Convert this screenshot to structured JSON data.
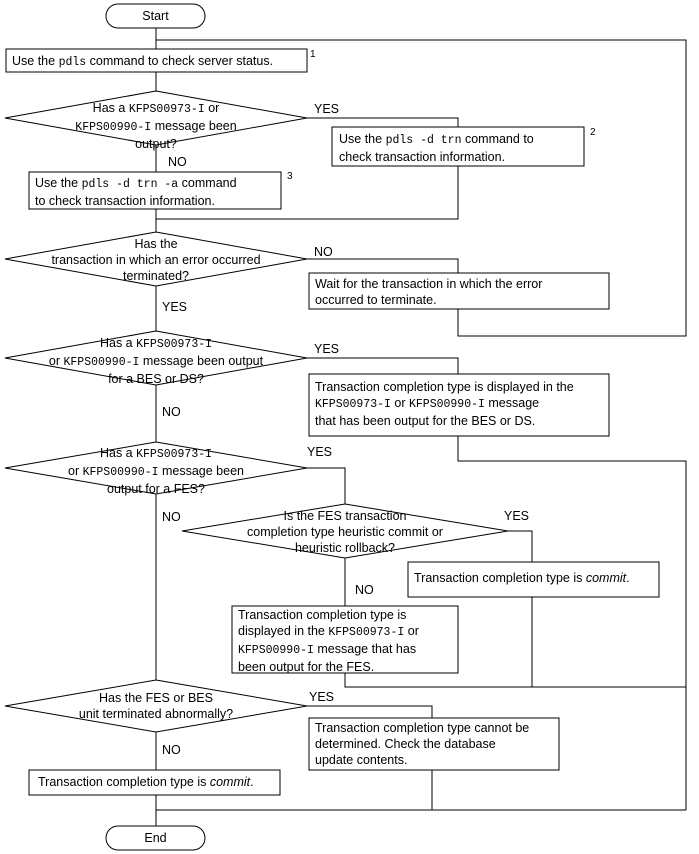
{
  "terminals": {
    "start": "Start",
    "end": "End"
  },
  "steps": {
    "s1": [
      "Use the ",
      "pdls",
      " command to check server status."
    ],
    "d1": [
      "Has a ",
      "KFPS00973-I",
      " or",
      "KFPS00990-I",
      " message been",
      "output?"
    ],
    "s2": [
      "Use the ",
      "pdls -d trn",
      " command to",
      "check transaction information."
    ],
    "s3": [
      "Use the ",
      "pdls -d trn -a",
      " command",
      "to check transaction information."
    ],
    "d2": [
      "Has the",
      "transaction in which an error occurred",
      "terminated?"
    ],
    "s4": [
      "Wait for the transaction in which the error",
      "occurred to terminate."
    ],
    "d3": [
      "Has a ",
      "KFPS00973-I",
      "or ",
      "KFPS00990-I",
      " message been output",
      "for a BES or DS?"
    ],
    "s5": [
      "Transaction completion type is displayed in the",
      "KFPS00973-I",
      " or ",
      "KFPS00990-I",
      " message",
      "that has been output for the BES or DS."
    ],
    "d4": [
      "Has a ",
      "KFPS00973-I",
      "or ",
      "KFPS00990-I",
      " message been",
      "output for a FES?"
    ],
    "d5": [
      "Is the FES transaction",
      "completion type heuristic commit or",
      "heuristic rollback?"
    ],
    "s6": [
      "Transaction completion type is ",
      "commit",
      "."
    ],
    "s7": [
      "Transaction completion type is",
      "displayed in the ",
      "KFPS00973-I",
      " or",
      "KFPS00990-I",
      " message that has",
      "been output for the FES."
    ],
    "d6": [
      "Has the FES or BES",
      "unit terminated abnormally?"
    ],
    "s8": [
      "Transaction completion type cannot be",
      "determined. Check the database",
      "update contents."
    ],
    "s9": [
      "Transaction completion type is ",
      "commit",
      "."
    ]
  },
  "labels": {
    "yes": "YES",
    "no": "NO",
    "note1": "1",
    "note2": "2",
    "note3": "3"
  }
}
